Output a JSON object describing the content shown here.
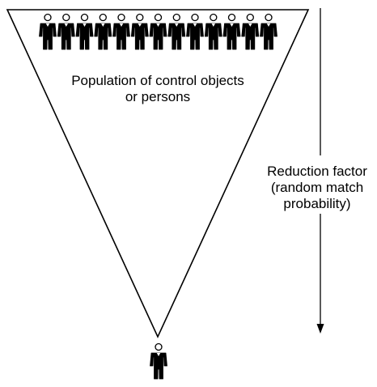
{
  "diagram": {
    "population_label_lines": [
      "Population of control objects",
      "or persons"
    ],
    "reduction_label_lines": [
      "Reduction factor",
      "(random match",
      "probability)"
    ],
    "population_figure_count": 13,
    "individual_figure_count": 1,
    "colors": {
      "stroke": "#000000",
      "figure_fill": "#000000",
      "background": "#ffffff"
    },
    "icons": {
      "population_figure": "person-icon",
      "individual_figure": "person-icon",
      "arrow_head": "arrow-down-icon"
    }
  }
}
